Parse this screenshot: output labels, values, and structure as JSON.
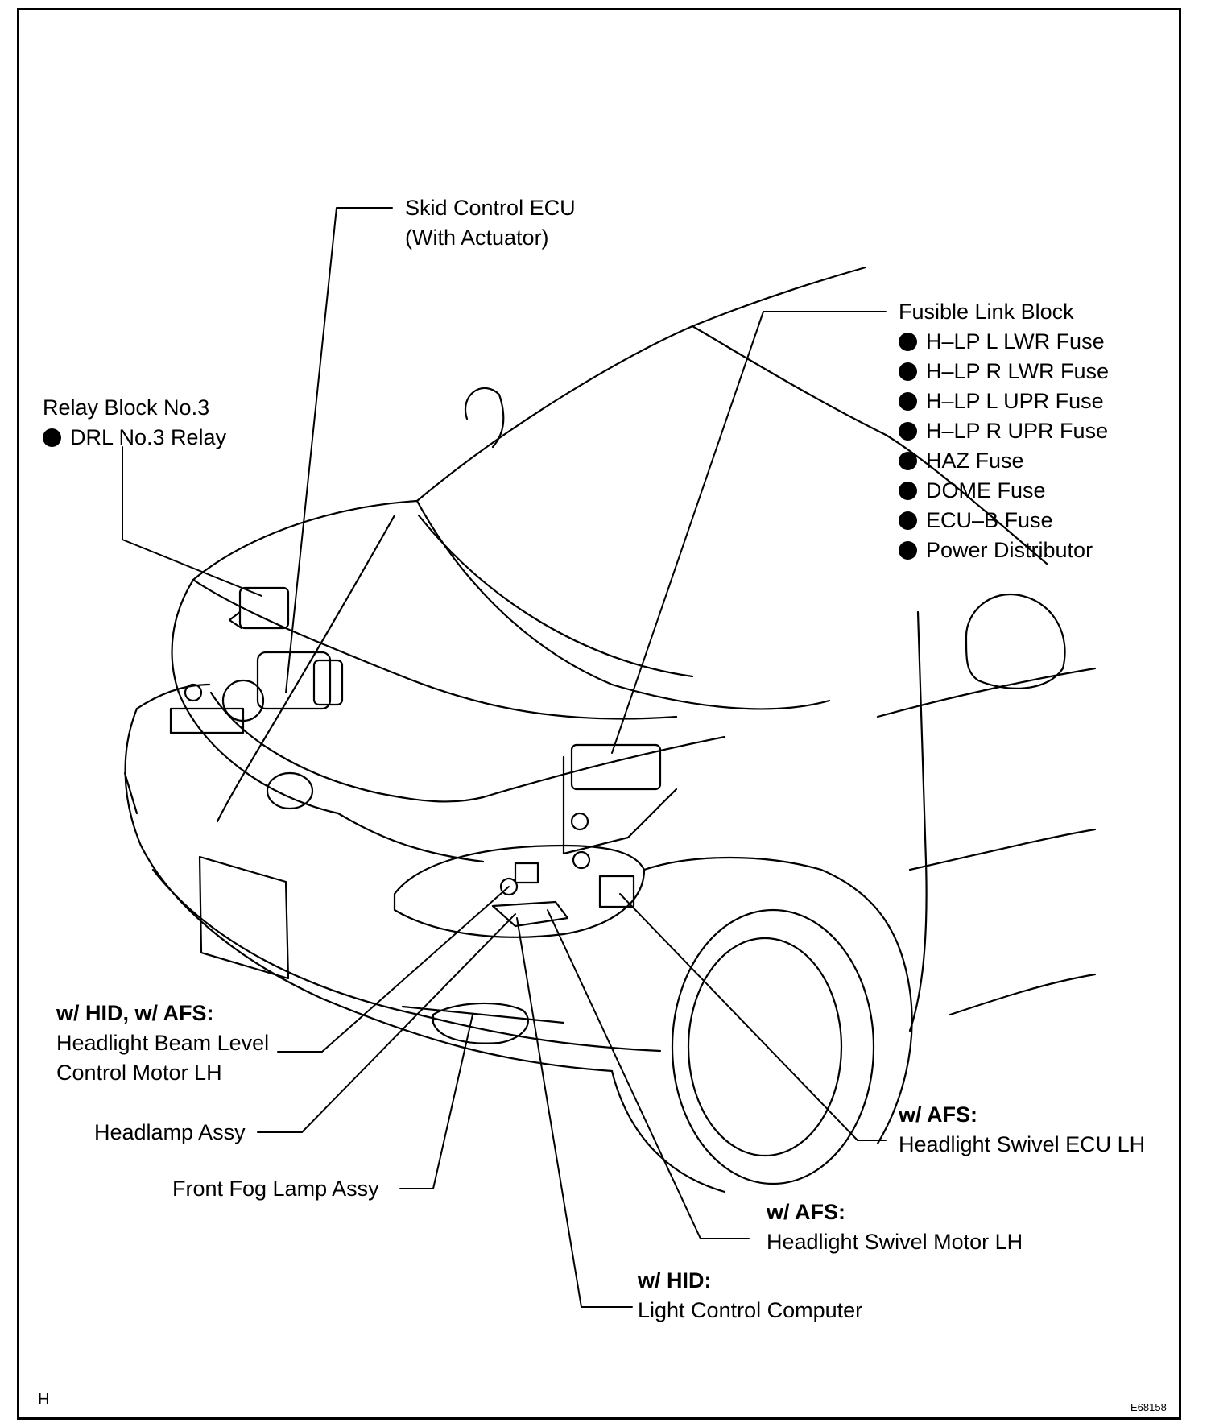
{
  "labels": {
    "skid_control_ecu": [
      "Skid Control ECU",
      "(With Actuator)"
    ],
    "fusible_link_block": {
      "title": "Fusible Link Block",
      "items": [
        "H–LP L LWR Fuse",
        "H–LP R LWR Fuse",
        "H–LP L UPR Fuse",
        "H–LP R UPR Fuse",
        "HAZ Fuse",
        "DOME Fuse",
        "ECU–B Fuse",
        "Power Distributor"
      ]
    },
    "relay_block": {
      "title": "Relay Block No.3",
      "items": [
        "DRL No.3 Relay"
      ]
    },
    "beam_level_motor": {
      "qualifier": "w/ HID, w/ AFS:",
      "lines": [
        "Headlight Beam Level",
        "Control Motor LH"
      ]
    },
    "headlamp_assy": "Headlamp Assy",
    "front_fog_lamp": "Front Fog Lamp Assy",
    "swivel_ecu": {
      "qualifier": "w/ AFS:",
      "lines": [
        "Headlight Swivel ECU LH"
      ]
    },
    "swivel_motor": {
      "qualifier": "w/ AFS:",
      "lines": [
        "Headlight Swivel Motor LH"
      ]
    },
    "light_control_computer": {
      "qualifier": "w/ HID:",
      "lines": [
        "Light Control Computer"
      ]
    }
  },
  "corner_mark": "H",
  "figure_code": "E68158"
}
